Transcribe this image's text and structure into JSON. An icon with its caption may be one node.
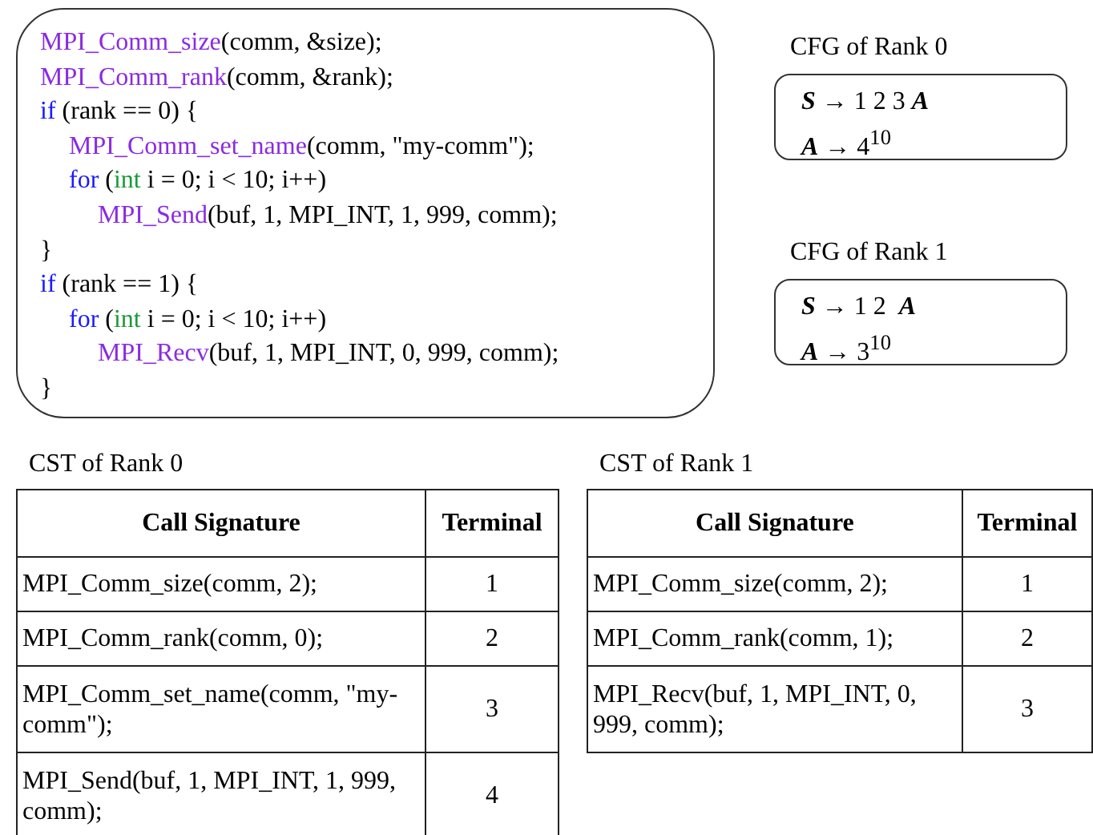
{
  "diagram": {
    "nodes": [
      {
        "text": [
          "MPI_Comm_size(comm, &size);",
          "MPI_Comm_rank(comm, &rank);",
          "if (rank == 0) {",
          "MPI_Comm_set_name(comm, \"my-comm\");",
          "for (int i = 0; i < 10; i++)",
          "MPI_Send(buf, 1, MPI_INT, 1, 999, comm);",
          "}",
          "if (rank == 1) {",
          "for (int i = 0; i < 10; i++)",
          "MPI_Recv(buf, 1, MPI_INT, 0, 999, comm);",
          "}"
        ]
      },
      {
        "text": [
          "CFG of Rank 0",
          "**S** → 1 2 3 **A**",
          "**A** → 4$^{10}$"
        ]
      },
      {
        "text": [
          "CFG of Rank 1",
          "**S** → 1 2  **A**",
          "**A** → 3$^{10}$"
        ]
      }
    ],
    "labels": [
      "CST of Rank 0",
      "Call Signature",
      "Terminal",
      "MPI_Comm_size(comm, 2);",
      "1",
      "MPI_Comm_rank(comm, 0);",
      "2",
      "MPI_Comm_set_name(comm, \"my-comm\");",
      "3",
      "MPI_Send(buf, 1, MPI_INT, 1, 999, comm);",
      "4",
      "CST of Rank 1",
      "Call Signature",
      "Terminal",
      "MPI_Comm_size(comm, 2);",
      "1",
      "MPI_Comm_rank(comm, 1);",
      "2",
      "MPI_Recv(buf, 1, MPI_INT, 0, 999, comm);",
      "3"
    ]
  }
}
